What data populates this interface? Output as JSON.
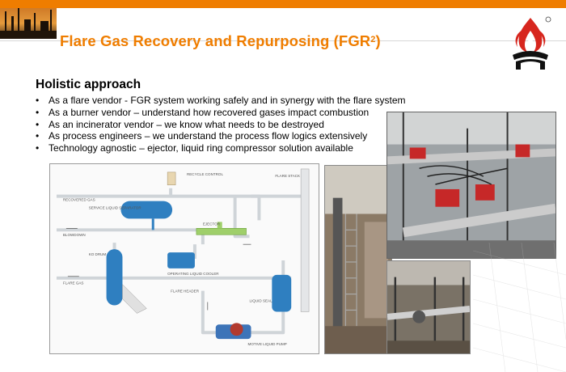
{
  "slide": {
    "title": "Flare Gas Recovery and Repurposing (FGR",
    "title_superscript": "2",
    "title_suffix": ")",
    "accent_color": "#ef7d00"
  },
  "content": {
    "heading": "Holistic approach",
    "bullets": [
      "As a flare vendor - FGR system working safely and in synergy with the flare system",
      "As a burner vendor – understand how recovered gases impact combustion",
      "As an incinerator vendor – we know what needs to be destroyed",
      "As process engineers – we understand the process flow logics extensively",
      "Technology agnostic – ejector, liquid ring compressor solution available"
    ]
  },
  "diagram": {
    "labels": {
      "recycle_control": "RECYCLE CONTROL",
      "flare_stack": "FLARE STACK",
      "recovered_gas": "RECOVERED GAS",
      "service_liquid_separator": "SERVICE LIQUID SEPARATOR",
      "ejector": "EJECTOR",
      "blowdown": "BLOWDOWN",
      "ko_drum": "KO DRUM",
      "operating_liquid_cooler": "OPERATING LIQUID COOLER",
      "flare_gas": "FLARE GAS",
      "flare_header": "FLARE HEADER",
      "liquid_seal": "LIQUID SEAL",
      "motive_liquid_pump": "MOTIVE LIQUID PUMP"
    }
  },
  "icons": {
    "logo": "flame-logo-icon"
  }
}
